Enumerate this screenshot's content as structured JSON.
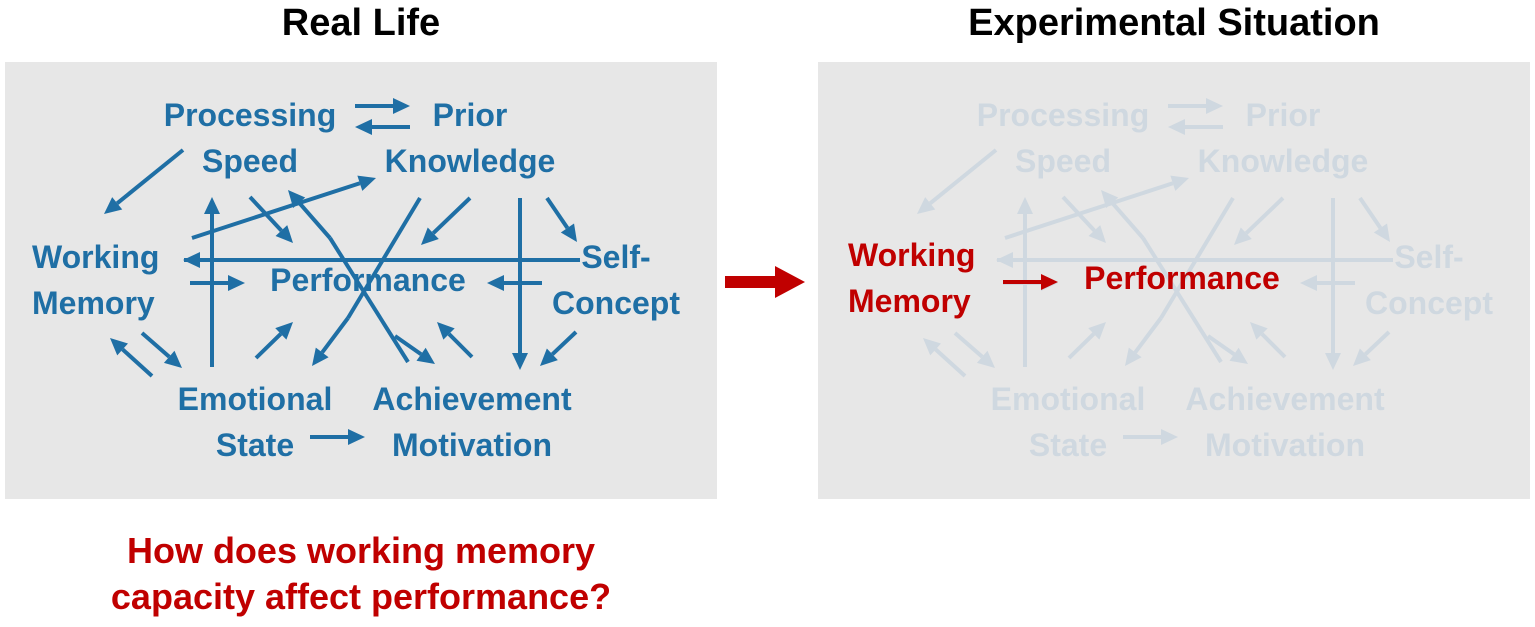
{
  "titles": {
    "left": "Real Life",
    "right": "Experimental Situation"
  },
  "question": {
    "line1": "How does working memory",
    "line2": "capacity affect performance?"
  },
  "nodes": {
    "processing_speed": [
      "Processing",
      "Speed"
    ],
    "prior_knowledge": [
      "Prior",
      "Knowledge"
    ],
    "working_memory": [
      "Working",
      "Memory"
    ],
    "performance": [
      "Performance"
    ],
    "self_concept": [
      "Self-",
      "Concept"
    ],
    "emotional_state": [
      "Emotional",
      "State"
    ],
    "achievement_motivation": [
      "Achievement",
      "Motivation"
    ]
  },
  "colors": {
    "blue": "#1f6fa5",
    "faded": "#cfd8e0",
    "red": "#c00000",
    "panel": "#e7e7e7",
    "text": "#000000"
  }
}
